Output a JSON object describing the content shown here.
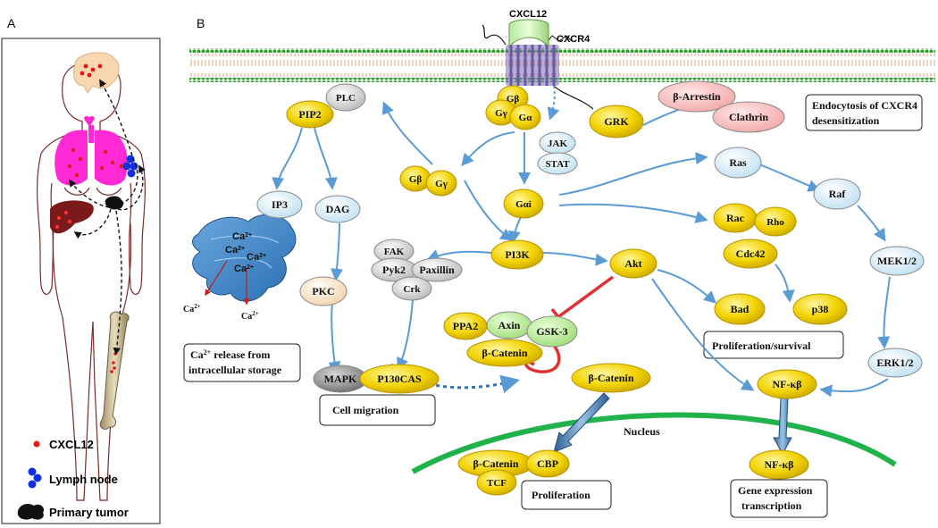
{
  "panels": {
    "a": "A",
    "b": "B"
  },
  "colors": {
    "yellow": "#f2d200",
    "yellow_edge": "#b89400",
    "blue_light": "#d7ecf7",
    "pink": "#f4c1c1",
    "green_membrane": "#2ca02c",
    "organ_magenta": "#ff2ad4",
    "arrow_blue": "#5b9bd5",
    "inhibit_red": "#e03030",
    "nucleus_green": "#22b24c"
  },
  "legend": {
    "cxcl12": "CXCL12",
    "lymph_node": "Lymph node",
    "primary_tumor": "Primary tumor"
  },
  "membrane": {
    "ligand": "CXCL12",
    "receptor": "CXCR4"
  },
  "nodes": {
    "plc": "PLC",
    "pip2": "PIP2",
    "gb_top": "Gβ",
    "gg_top": "Gγ",
    "ga_top": "Gα",
    "jak": "JAK",
    "stat": "STAT",
    "grk": "GRK",
    "barrestin": "β-Arrestin",
    "clathrin": "Clathrin",
    "gb_mid": "Gβ",
    "gg_mid": "Gγ",
    "gai": "Gαi",
    "ras": "Ras",
    "raf": "Raf",
    "ip3": "IP3",
    "dag": "DAG",
    "rac": "Rac",
    "rho": "Rho",
    "cdc42": "Cdc42",
    "mek": "MEK1/2",
    "fak": "FAK",
    "pyk2": "Pyk2",
    "paxillin": "Paxillin",
    "crk": "Crk",
    "pi3k": "PI3K",
    "akt": "Akt",
    "pkc": "PKC",
    "bad": "Bad",
    "p38": "p38",
    "ppa2": "PPA2",
    "axin": "Axin",
    "gsk3": "GSK-3",
    "bcat_complex": "β-Catenin",
    "bcat_free": "β-Catenin",
    "erk": "ERK1/2",
    "mapk": "MAPK",
    "p130cas": "P130CAS",
    "nfkb_cyto": "NF-κβ",
    "bcat_nuc": "β-Catenin",
    "cbp": "CBP",
    "tcf": "TCF",
    "nfkb_nuc": "NF-κβ"
  },
  "ca_labels": {
    "ion": "Ca",
    "charge": "2+"
  },
  "boxes": {
    "endocytosis_1": "Endocytosis of CXCR4",
    "endocytosis_2": "desensitization",
    "ca_release_1a": "Ca",
    "ca_release_1b": " release from",
    "ca_release_2": "intracellular storage",
    "cell_migration": "Cell migration",
    "prolif_survival": "Proliferation/survival",
    "proliferation": "Proliferation",
    "gene_expr_1": "Gene expression",
    "gene_expr_2": "transcription"
  },
  "nucleus_label": "Nucleus"
}
